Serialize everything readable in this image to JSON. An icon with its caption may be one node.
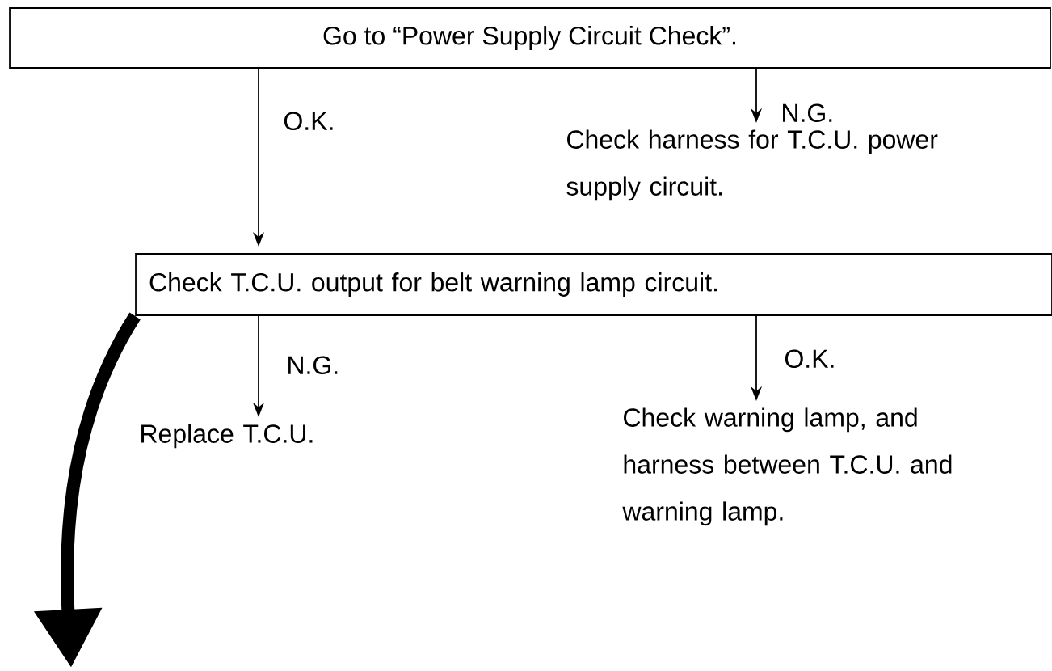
{
  "diagram": {
    "nodes": [
      {
        "text": [
          "Go to “Power Supply Circuit Check”."
        ]
      },
      {
        "text": [
          "Check harness for T.C.U. power supply circuit."
        ]
      },
      {
        "text": [
          "Check T.C.U. output for belt warning lamp circuit."
        ]
      },
      {
        "text": [
          "Replace T.C.U."
        ]
      },
      {
        "text": [
          "Check warning lamp, and harness between T.C.U. and warning lamp."
        ]
      }
    ],
    "edges": [
      {
        "from": 0,
        "to": 1,
        "arrow": "to",
        "label": "N.G."
      },
      {
        "from": 0,
        "to": 2,
        "arrow": "to",
        "label": "O.K."
      },
      {
        "from": 2,
        "to": 3,
        "arrow": "to",
        "label": "N.G."
      },
      {
        "from": 2,
        "to": 4,
        "arrow": "to",
        "label": "O.K."
      },
      {
        "from": 2,
        "to": null,
        "arrow": "to",
        "style": "thick"
      }
    ]
  }
}
